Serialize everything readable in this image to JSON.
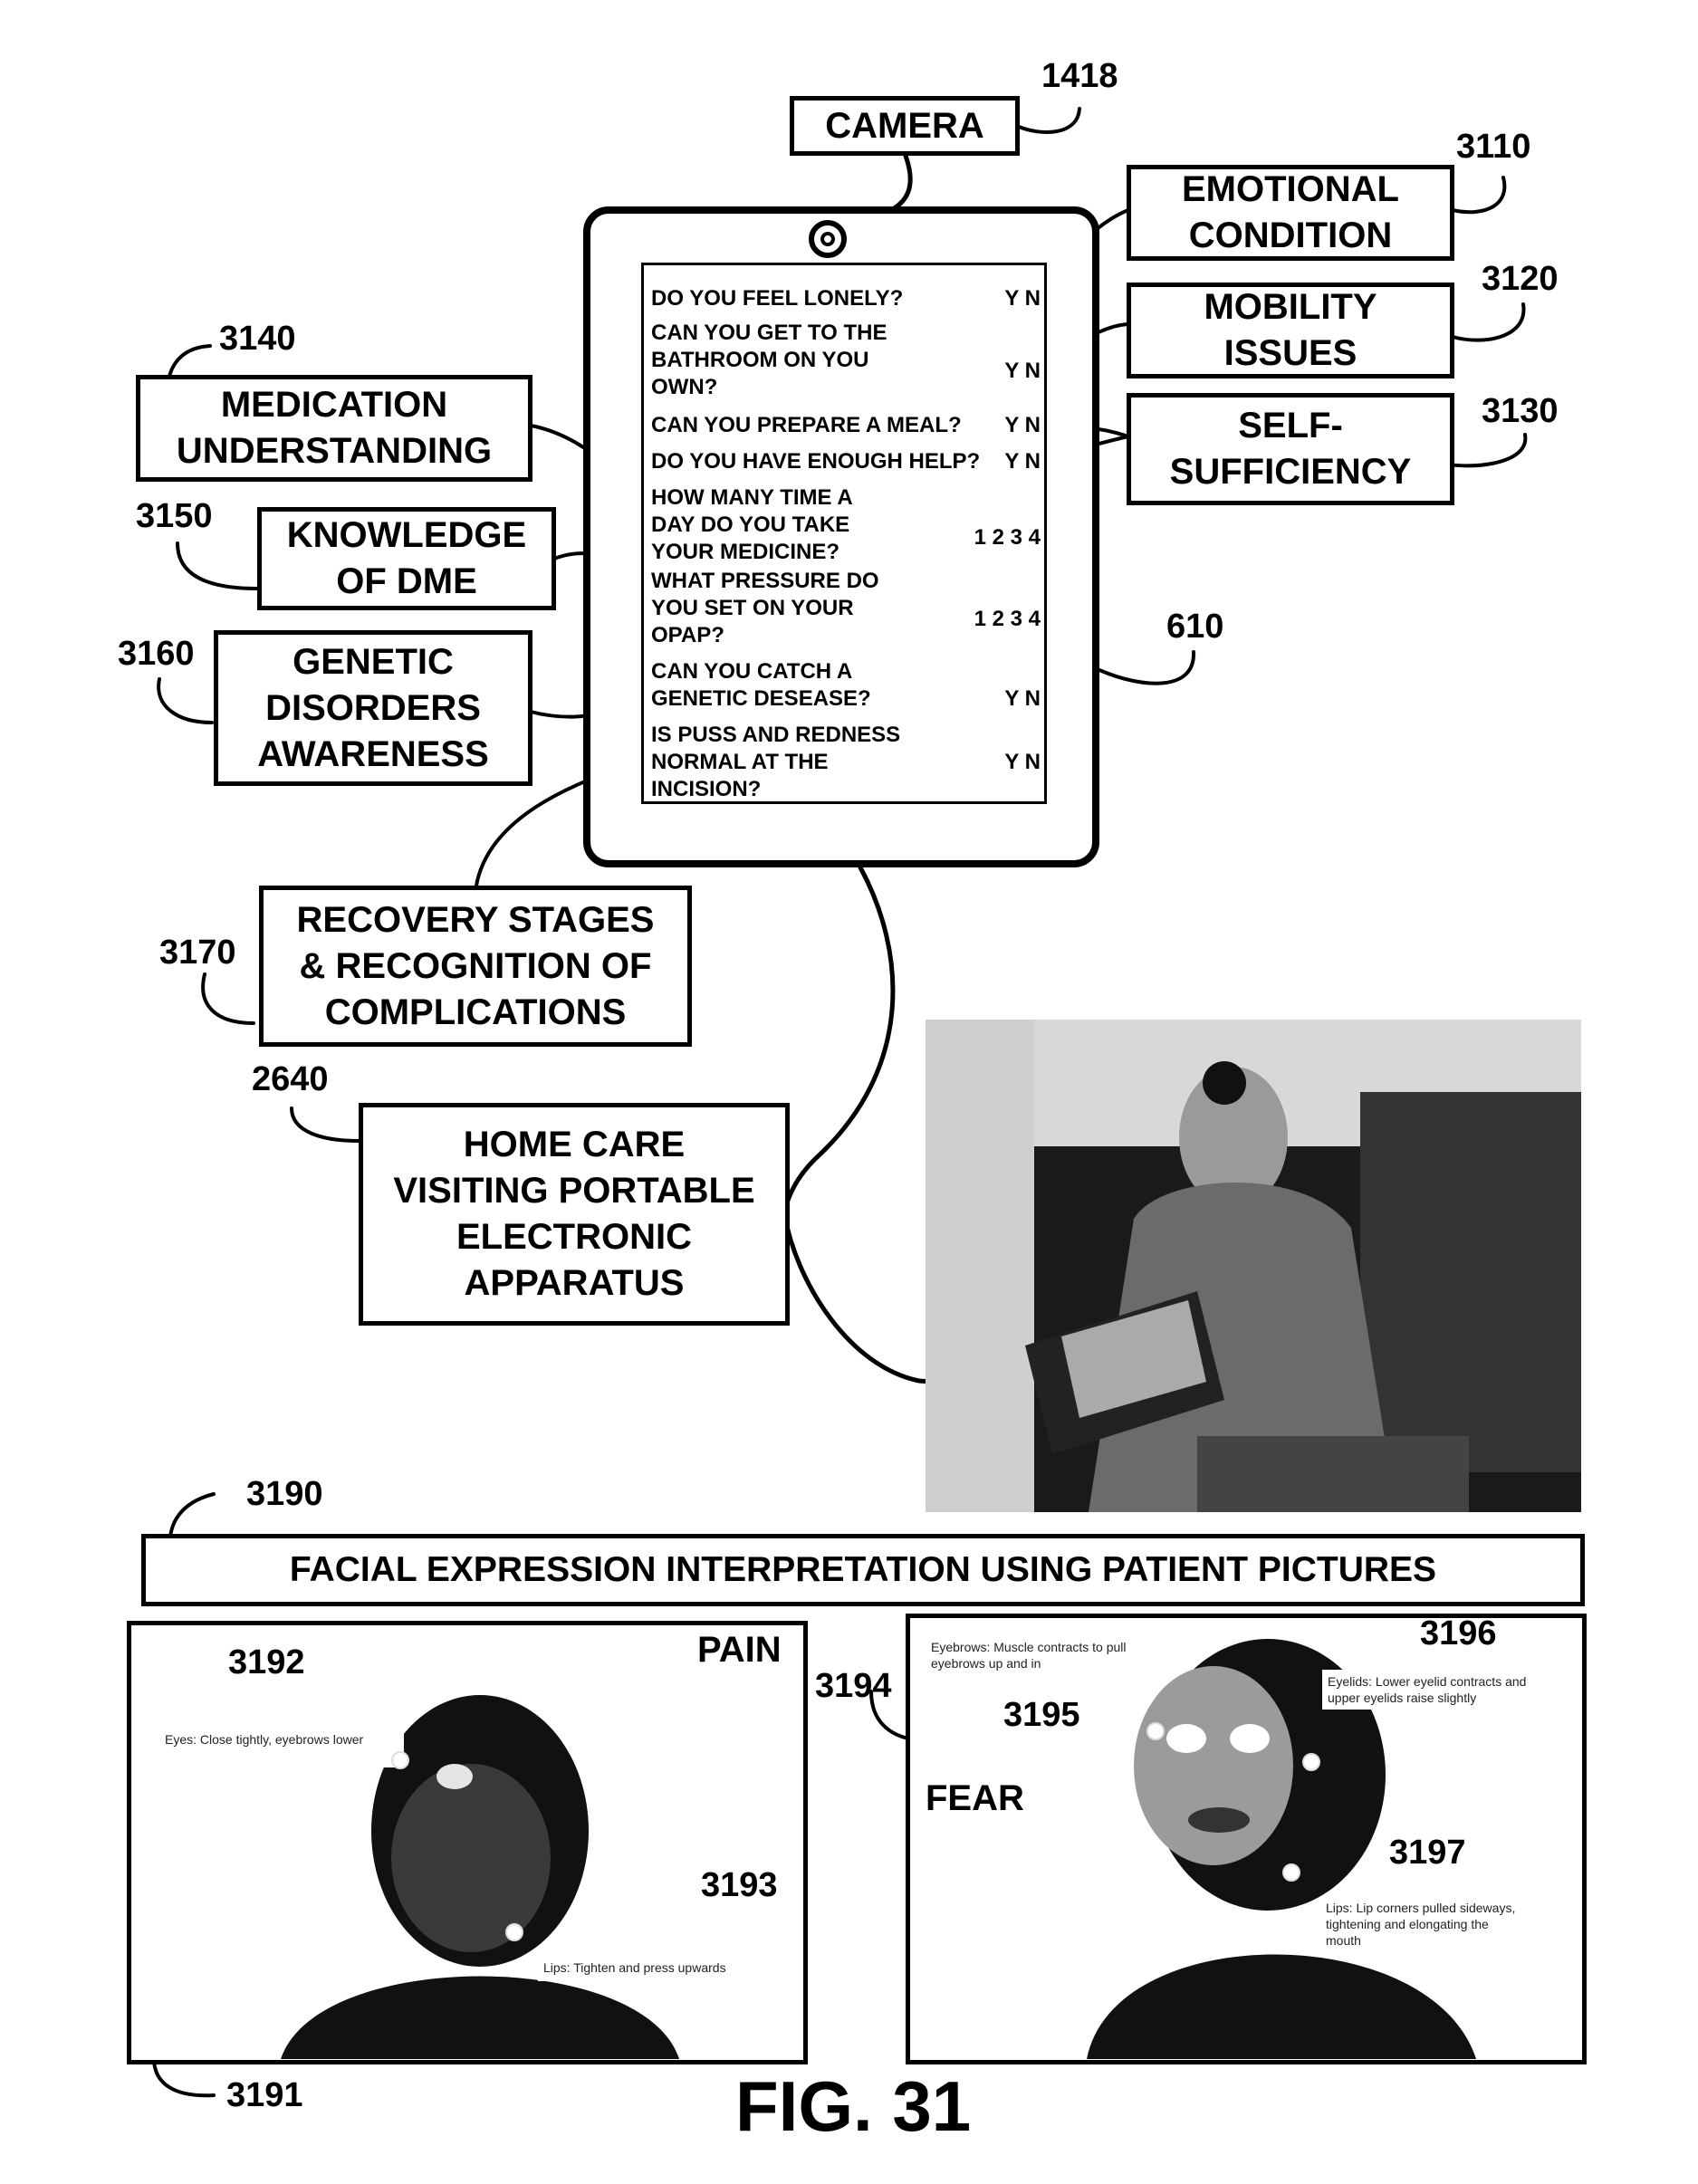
{
  "camera_label": "CAMERA",
  "boxes": {
    "emotional": "EMOTIONAL\nCONDITION",
    "mobility": "MOBILITY\nISSUES",
    "self_sufficiency": "SELF-\nSUFFICIENCY",
    "medication": "MEDICATION\nUNDERSTANDING",
    "dme": "KNOWLEDGE\nOF DME",
    "genetic": "GENETIC\nDISORDERS\nAWARENESS",
    "recovery": "RECOVERY STAGES\n& RECOGNITION OF\nCOMPLICATIONS",
    "home_care": "HOME CARE\nVISITING PORTABLE\nELECTRONIC\nAPPARATUS"
  },
  "refs": {
    "camera": "1418",
    "emotional": "3110",
    "mobility": "3120",
    "self_sufficiency": "3130",
    "medication": "3140",
    "dme": "3150",
    "genetic": "3160",
    "recovery": "3170",
    "home_care": "2640",
    "tablet": "610",
    "banner": "3190",
    "pain_frame": "3191",
    "pain_eyes": "3192",
    "pain_lips": "3193",
    "fear_frame": "3194",
    "fear_eyebrows": "3195",
    "fear_eyes": "3196",
    "fear_lips": "3197"
  },
  "questionnaire": [
    {
      "question": "DO YOU FEEL LONELY?",
      "answer": "Y N"
    },
    {
      "question": "CAN YOU GET TO THE\nBATHROOM ON YOU\nOWN?",
      "answer": "Y N"
    },
    {
      "question": "CAN YOU PREPARE A MEAL?",
      "answer": "Y N"
    },
    {
      "question": "DO YOU HAVE ENOUGH HELP?",
      "answer": "Y N"
    },
    {
      "question": "HOW MANY TIME A\nDAY DO YOU TAKE\nYOUR MEDICINE?",
      "answer": "1 2 3 4"
    },
    {
      "question": "WHAT PRESSURE DO\nYOU SET ON YOUR\nOPAP?",
      "answer": "1 2 3 4"
    },
    {
      "question": "CAN YOU CATCH A\nGENETIC DESEASE?",
      "answer": "Y N"
    },
    {
      "question": "IS PUSS AND REDNESS\nNORMAL AT THE\nINCISION?",
      "answer": "Y N"
    }
  ],
  "banner": "FACIAL EXPRESSION INTERPRETATION USING PATIENT PICTURES",
  "pain": {
    "label": "PAIN",
    "eyes_caption": "Eyes: Close tightly, eyebrows lower",
    "lips_caption": "Lips: Tighten and press upwards"
  },
  "fear": {
    "label": "FEAR",
    "eyebrows_caption": "Eyebrows: Muscle contracts to pull eyebrows up and in",
    "eyes_caption": "Eyelids: Lower eyelid contracts and upper eyelids raise slightly",
    "lips_caption": "Lips: Lip corners pulled sideways, tightening and elongating the mouth"
  },
  "figure_label": "FIG. 31"
}
